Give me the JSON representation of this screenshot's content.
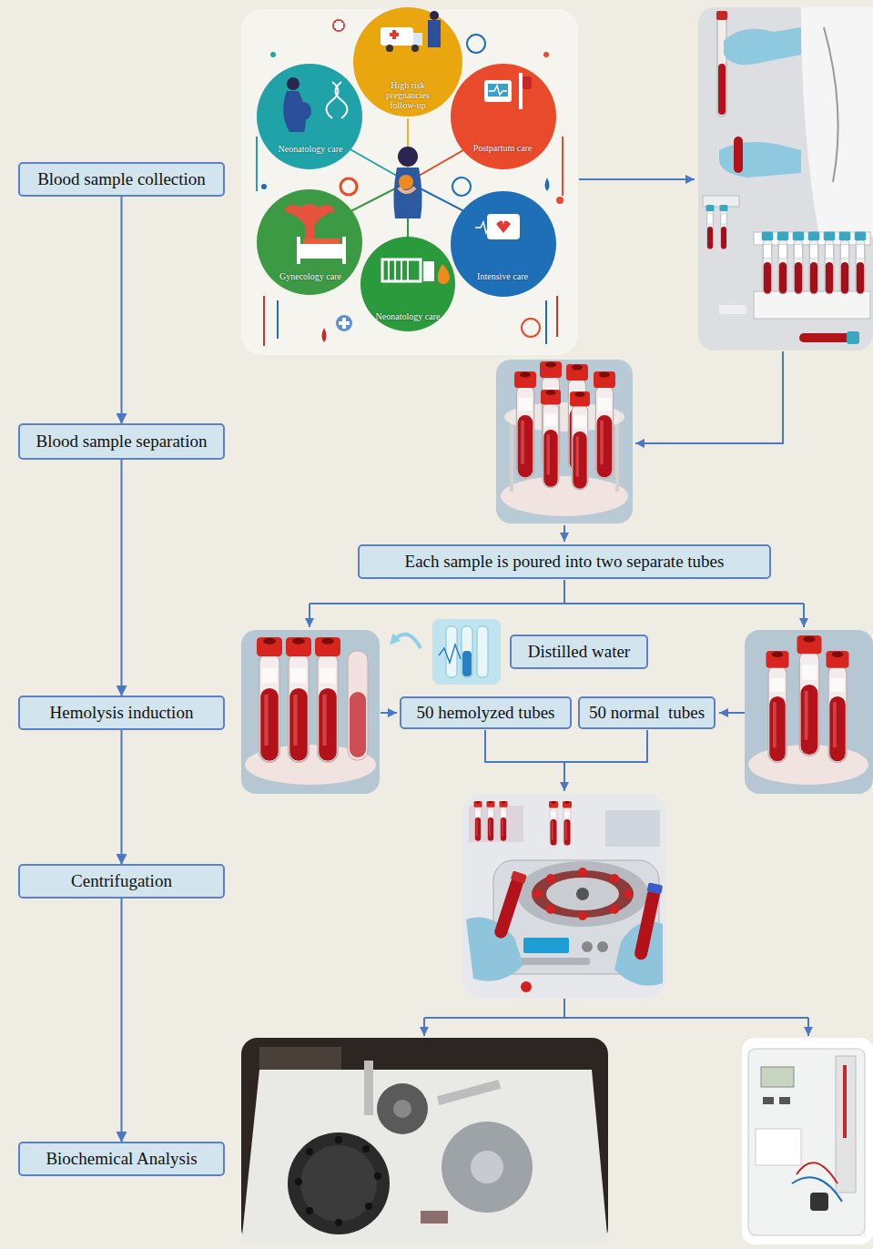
{
  "diagram": {
    "nodes": [
      {
        "text": [
          "Blood sample collection"
        ]
      },
      {
        "text": [
          "Blood sample separation"
        ]
      },
      {
        "text": [
          "Each sample is poured into two separate tubes"
        ]
      },
      {
        "text": [
          "Distilled water"
        ]
      },
      {
        "text": [
          "Hemolysis induction"
        ]
      },
      {
        "text": [
          "50 hemolyzed tubes"
        ]
      },
      {
        "text": [
          "50 normal  tubes"
        ]
      },
      {
        "text": [
          "Centrifugation"
        ]
      },
      {
        "text": [
          "Biochemical Analysis"
        ]
      }
    ],
    "edges": [
      {
        "from": 0,
        "to": 1,
        "arrow": "to"
      },
      {
        "from": 1,
        "to": 4,
        "arrow": "to"
      },
      {
        "from": 4,
        "to": 7,
        "arrow": "to"
      },
      {
        "from": 7,
        "to": 8,
        "arrow": "to"
      }
    ],
    "labels": [
      "High risk pregnancies follow-up",
      "Neonatology care",
      "Postpartum care",
      "Gynecology care",
      "Intensive care",
      "Neonatology care"
    ]
  }
}
